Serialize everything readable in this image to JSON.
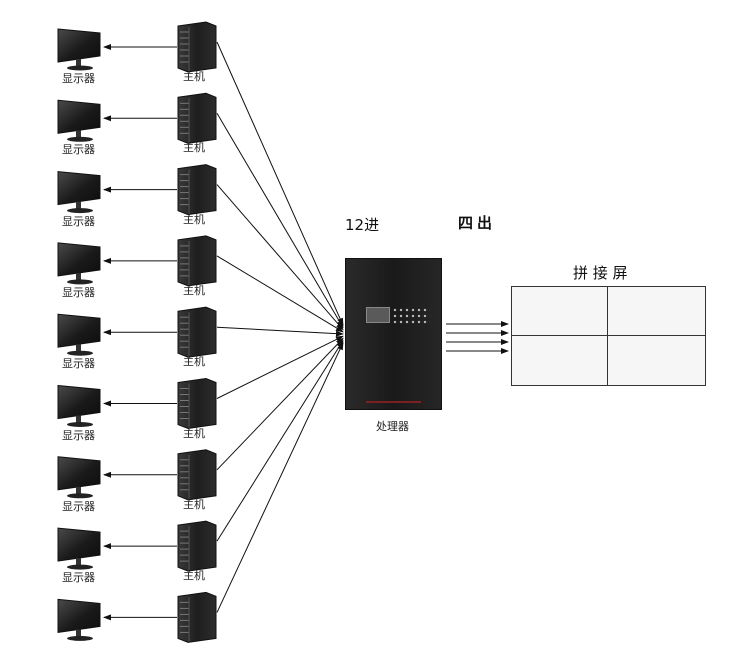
{
  "labels": {
    "monitor": "显示器",
    "host": "主机",
    "processor": "处理器",
    "input_count": "12进",
    "output_count": "四出",
    "video_wall": "拼 接 屏"
  },
  "rows": [
    {
      "monitor_label": "显示器",
      "host_label": "主机"
    },
    {
      "monitor_label": "显示器",
      "host_label": "主机"
    },
    {
      "monitor_label": "显示器",
      "host_label": "主机"
    },
    {
      "monitor_label": "显示器",
      "host_label": "主机"
    },
    {
      "monitor_label": "显示器",
      "host_label": "主机"
    },
    {
      "monitor_label": "显示器",
      "host_label": "主机"
    },
    {
      "monitor_label": "显示器",
      "host_label": "主机"
    },
    {
      "monitor_label": "显示器",
      "host_label": "主机"
    },
    {
      "monitor_label": "",
      "host_label": ""
    }
  ],
  "video_wall": {
    "panels": 4,
    "columns": 2,
    "rows": 2
  },
  "output_lines": 4
}
